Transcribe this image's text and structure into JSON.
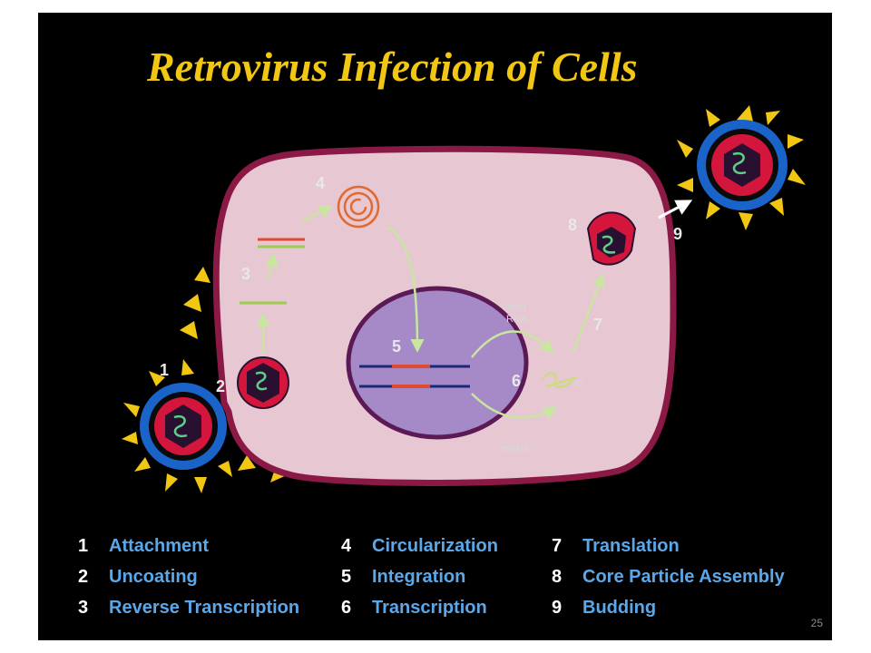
{
  "title": "Retrovirus Infection of Cells",
  "steps": [
    {
      "num": "1",
      "label": "Attachment"
    },
    {
      "num": "2",
      "label": "Uncoating"
    },
    {
      "num": "3",
      "label": "Reverse Transcription"
    },
    {
      "num": "4",
      "label": "Circularization"
    },
    {
      "num": "5",
      "label": "Integration"
    },
    {
      "num": "6",
      "label": "Transcription"
    },
    {
      "num": "7",
      "label": "Translation"
    },
    {
      "num": "8",
      "label": "Core Particle Assembly"
    },
    {
      "num": "9",
      "label": "Budding"
    }
  ],
  "labels": {
    "virion_rna_line1": "Virion",
    "virion_rna_line2": "RNA",
    "mrna": "mRNA",
    "m": "m"
  },
  "page_number": "25",
  "colors": {
    "background": "#000000",
    "title": "#f2c714",
    "legend_text": "#5aa8ea",
    "cell_fill": "#e6c7d2",
    "cell_membrane": "#8a1a45",
    "nucleus": "#a68ac8",
    "virus_red": "#d4163c",
    "virus_blue": "#1a63c8",
    "spike_yellow": "#f2c714"
  }
}
